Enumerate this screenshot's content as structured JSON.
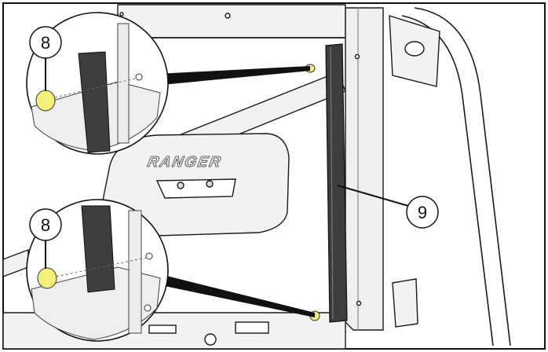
{
  "diagram": {
    "brand_label": "RANGER",
    "callouts": [
      {
        "id": "top-inset",
        "label": "8"
      },
      {
        "id": "bottom-inset",
        "label": "8"
      },
      {
        "id": "weatherstrip",
        "label": "9"
      }
    ]
  },
  "colors": {
    "line": "#1a1a1a",
    "fastener": "#f4ee7a",
    "seal": "#3d3d3d",
    "panel": "#f2f2f2"
  }
}
